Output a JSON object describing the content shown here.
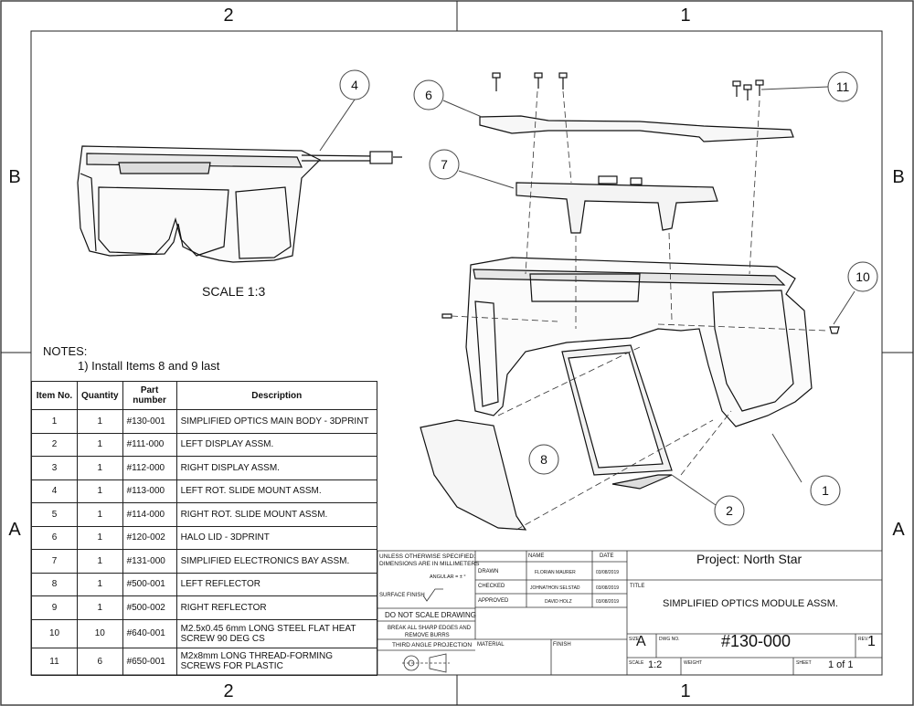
{
  "zones": {
    "top_left": "2",
    "top_right": "1",
    "bottom_left": "2",
    "bottom_right": "1",
    "left_top": "B",
    "left_bottom": "A",
    "right_top": "B",
    "right_bottom": "A"
  },
  "views": {
    "scale_label": "SCALE 1:3"
  },
  "balloons": [
    {
      "num": "4"
    },
    {
      "num": "6"
    },
    {
      "num": "7"
    },
    {
      "num": "11"
    },
    {
      "num": "10"
    },
    {
      "num": "8"
    },
    {
      "num": "2"
    },
    {
      "num": "1"
    }
  ],
  "notes": {
    "heading": "NOTES:",
    "line1": "1) Install Items 8 and 9 last"
  },
  "bom": {
    "headers": [
      "Item No.",
      "Quantity",
      "Part number",
      "Description"
    ],
    "rows": [
      [
        "1",
        "1",
        "#130-001",
        "SIMPLIFIED OPTICS MAIN BODY - 3DPRINT"
      ],
      [
        "2",
        "1",
        "#111-000",
        "LEFT DISPLAY ASSM."
      ],
      [
        "3",
        "1",
        "#112-000",
        "RIGHT DISPLAY ASSM."
      ],
      [
        "4",
        "1",
        "#113-000",
        "LEFT ROT. SLIDE MOUNT ASSM."
      ],
      [
        "5",
        "1",
        "#114-000",
        "RIGHT ROT. SLIDE MOUNT ASSM."
      ],
      [
        "6",
        "1",
        "#120-002",
        "HALO LID - 3DPRINT"
      ],
      [
        "7",
        "1",
        "#131-000",
        "SIMPLIFIED ELECTRONICS BAY ASSM."
      ],
      [
        "8",
        "1",
        "#500-001",
        "LEFT REFLECTOR"
      ],
      [
        "9",
        "1",
        "#500-002",
        "RIGHT REFLECTOR"
      ],
      [
        "10",
        "10",
        "#640-001",
        "M2.5x0.45 6mm LONG STEEL FLAT HEAT SCREW 90 DEG CS"
      ],
      [
        "11",
        "6",
        "#650-001",
        "M2x8mm LONG THREAD-FORMING SCREWS FOR PLASTIC"
      ]
    ]
  },
  "title_block": {
    "unless": "UNLESS OTHERWISE SPECIFIED:",
    "dims": "DIMENSIONS ARE IN MILLIMETERS",
    "angular": "ANGULAR = ± °",
    "surface_finish": "SURFACE FINISH",
    "do_not_scale": "DO NOT SCALE DRAWING",
    "break_edges_1": "BREAK ALL SHARP EDGES AND",
    "break_edges_2": "REMOVE BURRS",
    "third_angle": "THIRD ANGLE PROJECTION",
    "material_label": "MATERIAL",
    "finish_label": "FINISH",
    "name_header": "NAME",
    "date_header": "DATE",
    "drawn_label": "DRAWN",
    "drawn_name": "FLORIAN MAURER",
    "drawn_date": "03/08/2019",
    "checked_label": "CHECKED",
    "checked_name": "JOHNATHON SELSTAD",
    "checked_date": "03/08/2019",
    "approved_label": "APPROVED",
    "approved_name": "DAVID HOLZ",
    "approved_date": "03/08/2019",
    "project": "Project: North Star",
    "title_label": "TITLE",
    "title": "SIMPLIFIED OPTICS MODULE ASSM.",
    "size_label": "SIZE",
    "size": "A",
    "dwg_label": "DWG NO.",
    "dwg_no": "#130-000",
    "rev_label": "REV.",
    "rev": "1",
    "scale_label": "SCALE",
    "scale": "1:2",
    "weight_label": "WEIGHT",
    "sheet_label": "SHEET",
    "sheet": "1 of 1"
  }
}
